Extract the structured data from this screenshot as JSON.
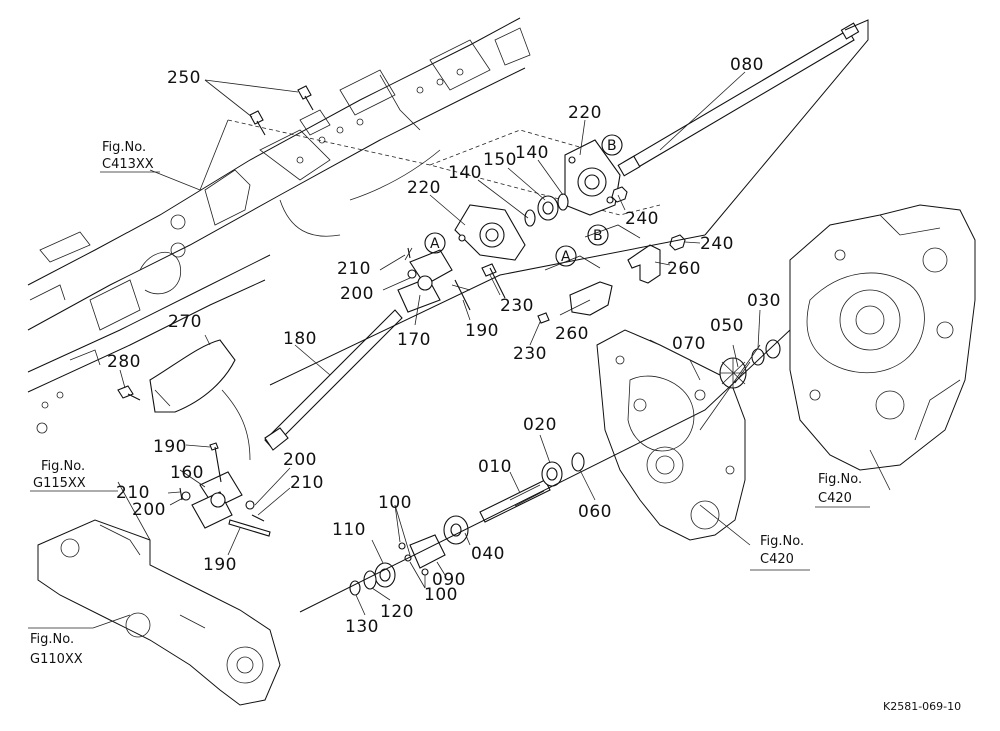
{
  "labels": {
    "p250": "250",
    "p080": "080",
    "p220a": "220",
    "p220b": "220",
    "p140a": "140",
    "p140b": "140",
    "p150": "150",
    "p240a": "240",
    "p240b": "240",
    "p260a": "260",
    "p260b": "260",
    "p210a": "210",
    "p210b": "210",
    "p210c": "210",
    "p200a": "200",
    "p200b": "200",
    "p200c": "200",
    "p170": "170",
    "p190a": "190",
    "p190b": "190",
    "p190c": "190",
    "p230a": "230",
    "p230b": "230",
    "p270": "270",
    "p280": "280",
    "p180": "180",
    "p160": "160",
    "p030": "030",
    "p050": "050",
    "p070": "070",
    "p020": "020",
    "p010": "010",
    "p060": "060",
    "p100a": "100",
    "p100b": "100",
    "p110": "110",
    "p040": "040",
    "p090": "090",
    "p120": "120",
    "p130": "130"
  },
  "callouts": {
    "a1": "A",
    "a2": "A",
    "b1": "B",
    "b2": "B"
  },
  "figrefs": {
    "c413": {
      "l1": "Fig.No.",
      "l2": "C413XX"
    },
    "g115": {
      "l1": "Fig.No.",
      "l2": "G115XX"
    },
    "g110": {
      "l1": "Fig.No.",
      "l2": "G110XX"
    },
    "c420a": {
      "l1": "Fig.No.",
      "l2": "C420"
    },
    "c420b": {
      "l1": "Fig.No.",
      "l2": "C420"
    }
  },
  "drawing_code": "K2581-069-10"
}
